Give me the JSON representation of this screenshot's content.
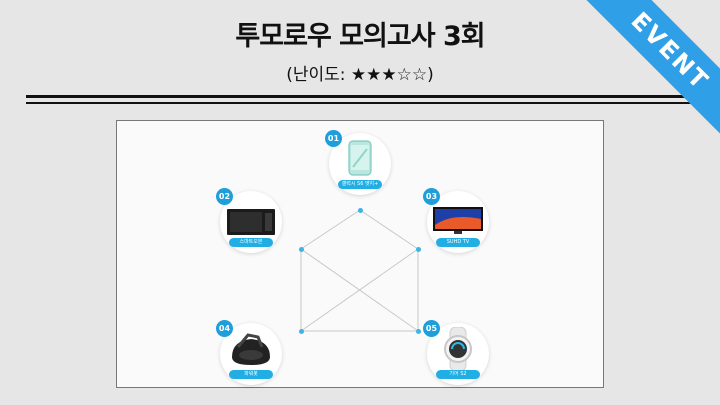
{
  "header": {
    "title": "투모로우 모의고사 3회",
    "difficulty": "(난이도: ★★★☆☆)"
  },
  "ribbon": {
    "label": "EVENT",
    "color": "#2f9fe8"
  },
  "quiz": {
    "accent_color": "#1e9fd9",
    "nodes": [
      {
        "number": "01",
        "label": "갤럭시 S6 엣지+",
        "icon": "smartphone-icon"
      },
      {
        "number": "02",
        "label": "스마트오븐",
        "icon": "microwave-oven-icon"
      },
      {
        "number": "03",
        "label": "SUHD TV",
        "icon": "television-icon"
      },
      {
        "number": "04",
        "label": "파워봇",
        "icon": "robot-vacuum-icon"
      },
      {
        "number": "05",
        "label": "기어 S2",
        "icon": "smartwatch-icon"
      }
    ]
  }
}
